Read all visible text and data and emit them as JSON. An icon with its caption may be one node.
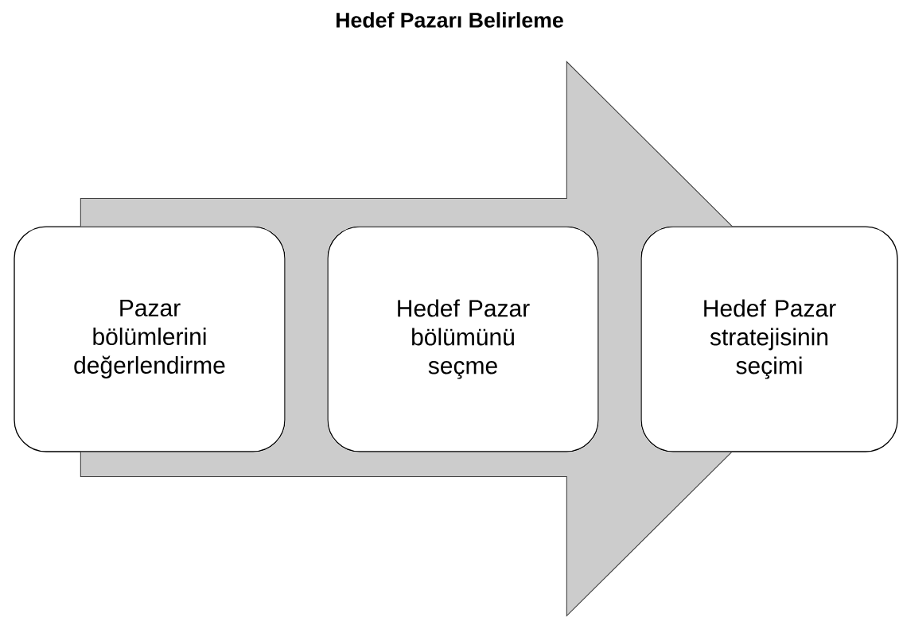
{
  "diagram": {
    "title": "Hedef Pazarı Belirleme",
    "nodes": [
      {
        "text": [
          "Pazar bölümlerini değerlendirme"
        ]
      },
      {
        "text": [
          "Hedef Pazar bölümünü seçme"
        ]
      },
      {
        "text": [
          "Hedef Pazar stratejisinin seçimi"
        ]
      }
    ],
    "edges": [
      {
        "from": 0,
        "to": 2,
        "arrow": "to"
      }
    ]
  }
}
